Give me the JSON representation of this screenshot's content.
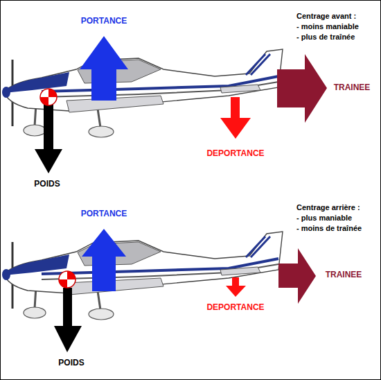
{
  "diagram": {
    "labels": [
      "PORTANCE",
      "Centrage avant :",
      "- moins maniable",
      "- plus de traînée",
      "TRAINEE",
      "DEPORTANCE",
      "POIDS",
      "PORTANCE",
      "Centrage arrière :",
      "- plus maniable",
      "- moins de traînée",
      "TRAINEE",
      "DEPORTANCE",
      "POIDS"
    ]
  }
}
